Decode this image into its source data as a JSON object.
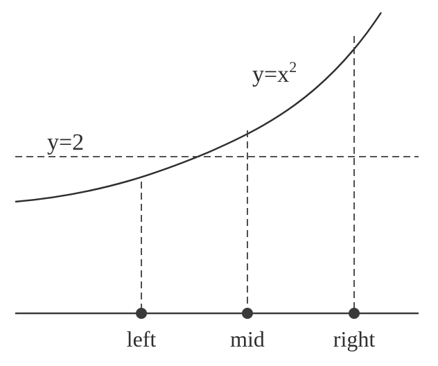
{
  "diagram": {
    "curve_label": "y=x",
    "curve_label_exponent": "2",
    "line_label": "y=2",
    "points": [
      {
        "id": "left",
        "label": "left"
      },
      {
        "id": "mid",
        "label": "mid"
      },
      {
        "id": "right",
        "label": "right"
      }
    ]
  }
}
